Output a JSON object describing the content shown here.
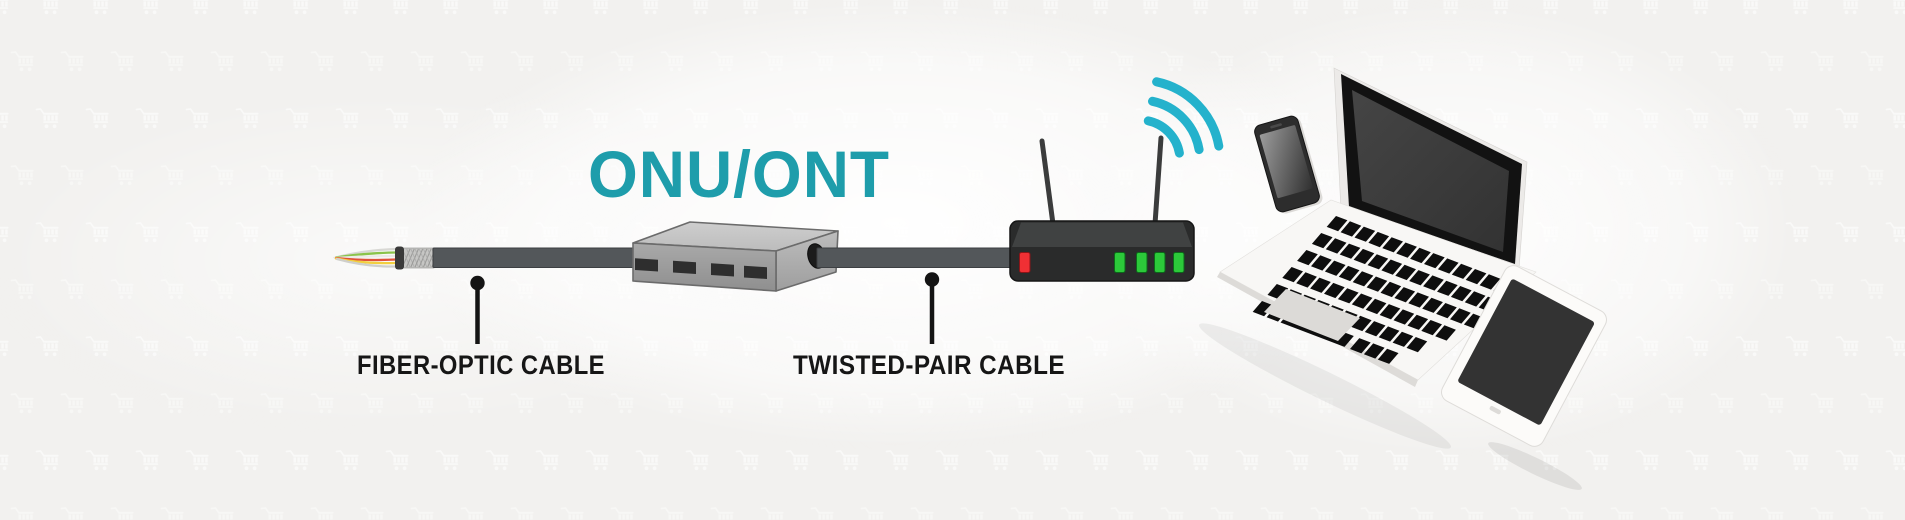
{
  "title": {
    "text": "ONU/ONT",
    "color": "#1E9DAB"
  },
  "callouts": [
    {
      "label": "FIBER-OPTIC CABLE"
    },
    {
      "label": "TWISTED-PAIR CABLE"
    }
  ],
  "components": {
    "fiber_cable": "fiber-optic-cable-with-exposed-strands",
    "onu_box": {
      "name": "onu-ont-terminal-box",
      "port_count": 4
    },
    "twisted_pair_cable": "twisted-pair-cable",
    "router": {
      "antenna_count": 2,
      "red_led_count": 1,
      "green_led_count": 4
    },
    "devices": [
      "smartphone",
      "laptop",
      "tablet"
    ]
  },
  "colors": {
    "accent_teal": "#1E9DAB",
    "wifi_cyan": "#24B2CC",
    "led_red": "#F03034",
    "led_green": "#2CC93A",
    "cable_gray": "#53575A",
    "background_base": "#F2F1EF",
    "pattern_cart": "#FFFFFF"
  },
  "background": {
    "pattern": "shopping-cart-watermark"
  }
}
